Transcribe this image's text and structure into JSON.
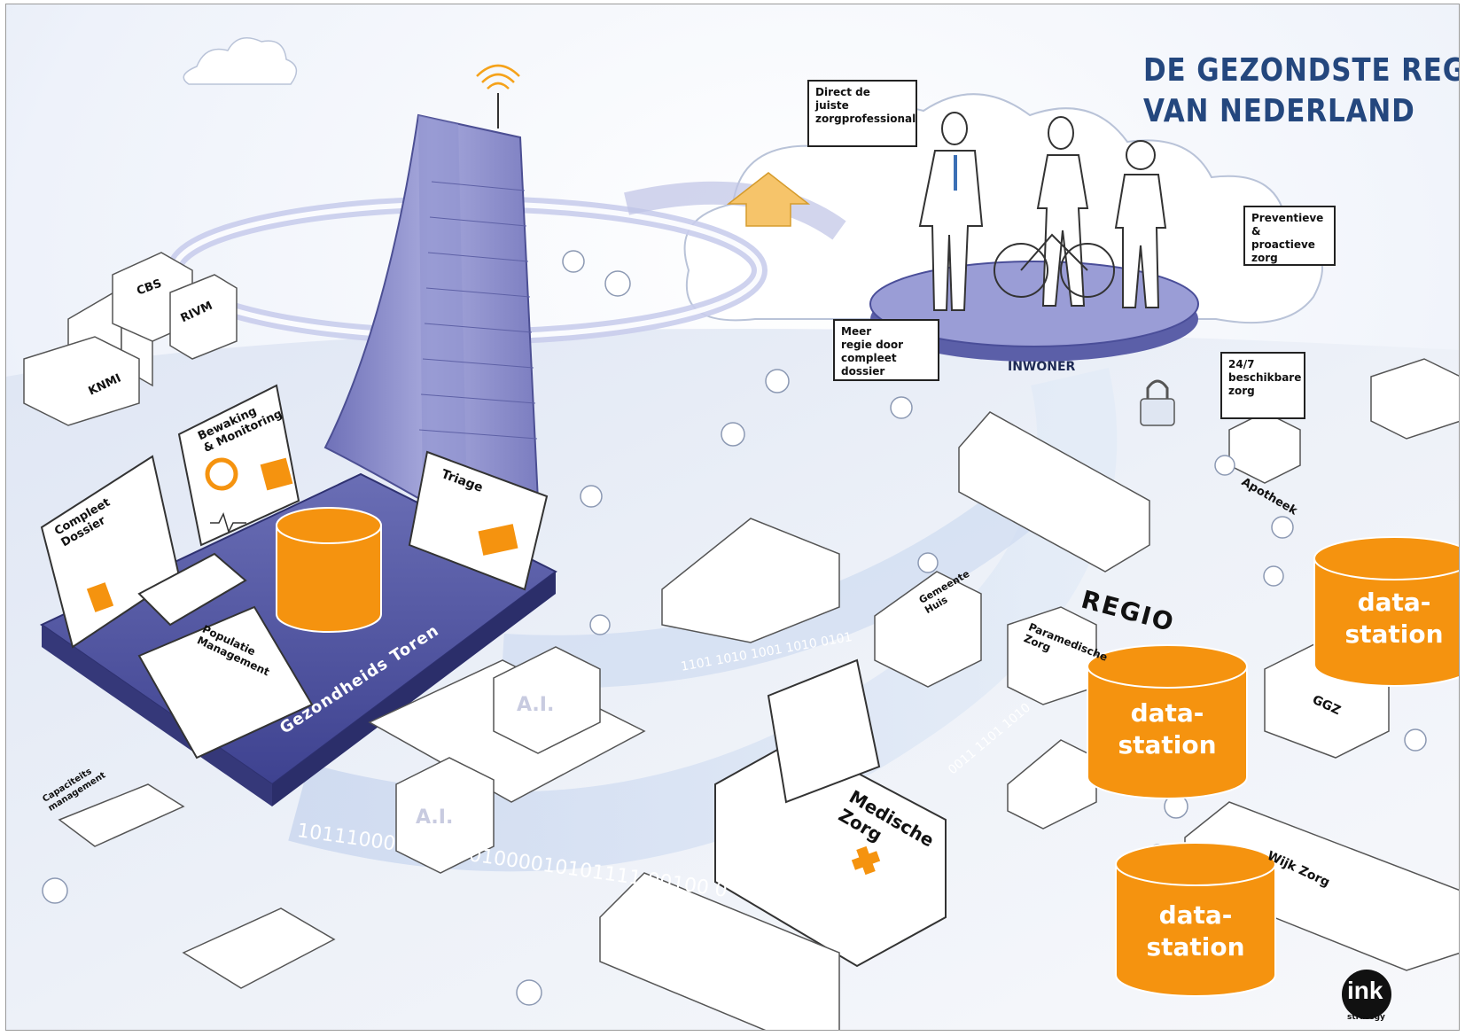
{
  "title": {
    "line1": "DE GEZONDSTE REGIO",
    "line2": "VAN NEDERLAND"
  },
  "bubbles": {
    "direct": "Direct de\njuiste\nzorgprofessional",
    "preventieve": "Preventieve\n& proactieve\nzorg",
    "meer_regie": "Meer\nregie door\ncompleet dossier",
    "beschikbaar": "24/7\nbeschikbare\nzorg"
  },
  "labels": {
    "inwoner": "INWONER",
    "cbs": "CBS",
    "rivm": "RIVM",
    "knmi": "KNMI",
    "bewaking": "Bewaking\n& Monitoring",
    "compleet_dossier": "Compleet\nDossier",
    "triage": "Triage",
    "populatie": "Populatie\nManagement",
    "toren": "Gezondheids Toren",
    "capaciteits": "Capaciteits\nmanagement",
    "medische_zorg": "Medische\nZorg",
    "gemeente_huis": "Gemeente\nHuis",
    "paramedische": "Paramedische\nZorg",
    "regio": "REGIO",
    "apotheek": "Apotheek",
    "ggz": "GGZ",
    "wijk_zorg": "Wijk Zorg",
    "ai_1": "A.I.",
    "ai_2": "A.I.",
    "binary_1": "1011100010101001000010101111 00100 0",
    "binary_2": "1101 1010 1001 1010 0101",
    "binary_3": "0011 1101 1010"
  },
  "datastations": [
    {
      "label": "data-\nstation"
    },
    {
      "label": "data-\nstation"
    },
    {
      "label": "data-\nstation"
    }
  ],
  "logo": {
    "text": "ink",
    "sub": "strategy"
  },
  "colors": {
    "accent_orange": "#f5930f",
    "title_navy": "#24477e",
    "platform_blue": "#5b5fa8",
    "tower_purple": "#8e90cc"
  }
}
